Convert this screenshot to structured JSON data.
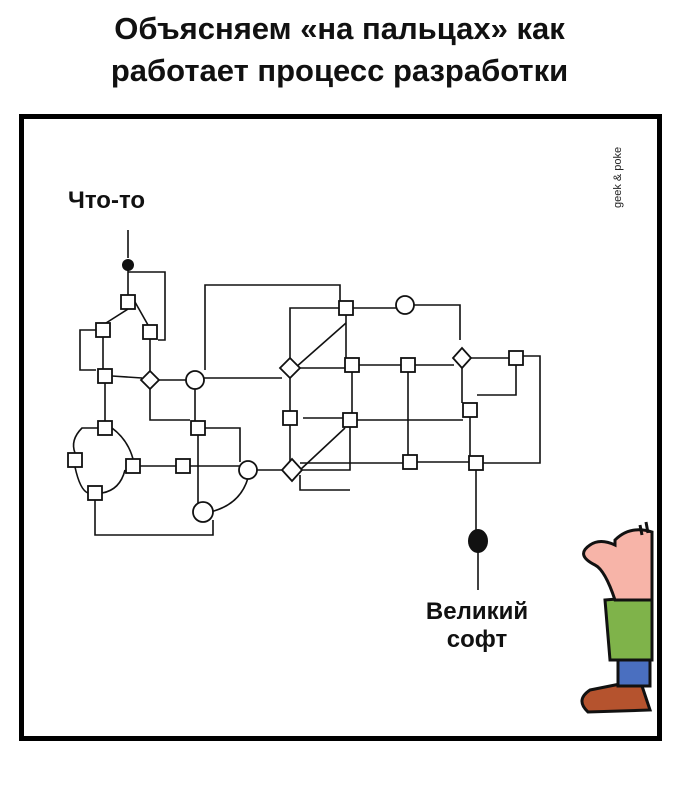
{
  "title": {
    "line1": "Объясняем «на пальцах» как",
    "line2": "работает процесс разработки"
  },
  "comic": {
    "start_label": "Что-то",
    "end_label_line1": "Великий",
    "end_label_line2": "софт",
    "watermark": "geek & poke"
  },
  "colors": {
    "skin": "#f7b4a8",
    "shirt": "#7fb34a",
    "pants": "#4a6fc0",
    "shoes": "#b5532e"
  }
}
